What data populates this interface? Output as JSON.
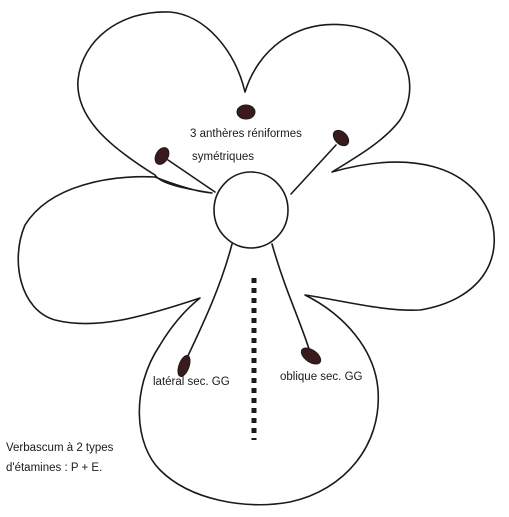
{
  "labels": {
    "top_line1": "3 anthères réniformes",
    "top_line2": "symétriques",
    "lateral": "latéral sec. GG",
    "oblique": "oblique sec. GG"
  },
  "note": {
    "line1": "Verbascum à 2 types",
    "line2": "d'étamines : P + E."
  },
  "colors": {
    "ink": "#1a1a1a",
    "anther": "#3a1a1c",
    "anther_highlight": "#7a2a30",
    "background": "#ffffff"
  }
}
